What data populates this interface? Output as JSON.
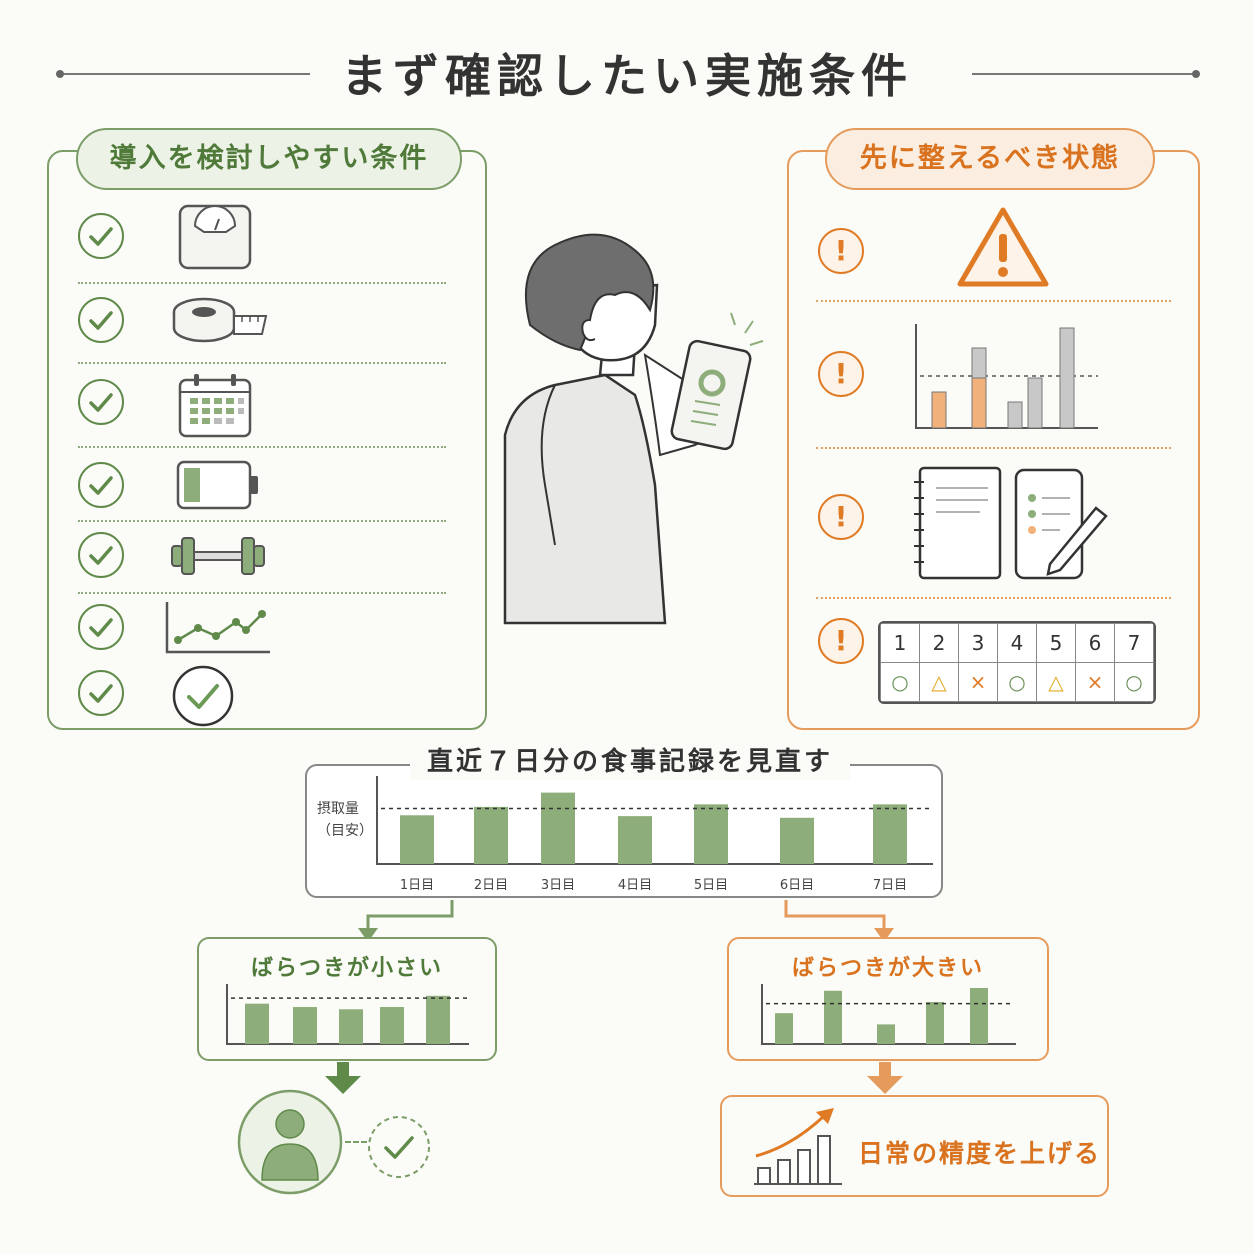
{
  "title": "まず確認したい実施条件",
  "left_panel": {
    "tag": "導入を検討しやすい条件",
    "rows": [
      {
        "icon": "scale-icon"
      },
      {
        "icon": "tape-measure-icon"
      },
      {
        "icon": "calendar-icon"
      },
      {
        "icon": "battery-icon"
      },
      {
        "icon": "dumbbell-icon"
      },
      {
        "icon": "line-trend-icon"
      },
      {
        "icon": "check-circle-icon"
      }
    ]
  },
  "right_panel": {
    "tag": "先に整えるべき状態",
    "rows": [
      {
        "icon": "warning-triangle-icon"
      },
      {
        "icon": "bar-chart-icon"
      },
      {
        "icon": "notebook-phone-icon"
      },
      {
        "icon": "week-grid-icon"
      }
    ],
    "week_grid": {
      "days": [
        "1",
        "2",
        "3",
        "4",
        "5",
        "6",
        "7"
      ],
      "marks": [
        "○",
        "△",
        "×",
        "○",
        "△",
        "×",
        "○"
      ],
      "mark_colors": [
        "#6a8f55",
        "#e0a820",
        "#e07b25",
        "#6a8f55",
        "#e0a820",
        "#e07b25",
        "#6a8f55"
      ]
    }
  },
  "review": {
    "header": "直近７日分の食事記録を見直す",
    "ylabel_line1": "摂取量",
    "ylabel_line2": "（目安）",
    "chart_data": {
      "type": "bar",
      "categories": [
        "1日目",
        "2日目",
        "3日目",
        "4日目",
        "5日目",
        "6日目",
        "7日目"
      ],
      "values": [
        0.58,
        0.68,
        0.85,
        0.57,
        0.71,
        0.55,
        0.71
      ],
      "reference": 0.66,
      "ylim": [
        0,
        1
      ]
    }
  },
  "small_variation": {
    "label": "ばらつきが小さい",
    "chart_data": {
      "type": "bar",
      "values": [
        0.72,
        0.66,
        0.62,
        0.66,
        0.86
      ],
      "reference": 0.82,
      "ylim": [
        0,
        1
      ]
    }
  },
  "large_variation": {
    "label": "ばらつきが大きい",
    "chart_data": {
      "type": "bar",
      "values": [
        0.55,
        0.95,
        0.35,
        0.75,
        1.0
      ],
      "reference": 0.72,
      "ylim": [
        0,
        1
      ]
    }
  },
  "result": {
    "label": "日常の精度を上げる"
  },
  "colors": {
    "green": "#7c9d68",
    "green_fill": "#8dad7a",
    "orange": "#e59b5b",
    "orange_fill": "#f0b27a",
    "gray_fill": "#c8c8c8"
  }
}
